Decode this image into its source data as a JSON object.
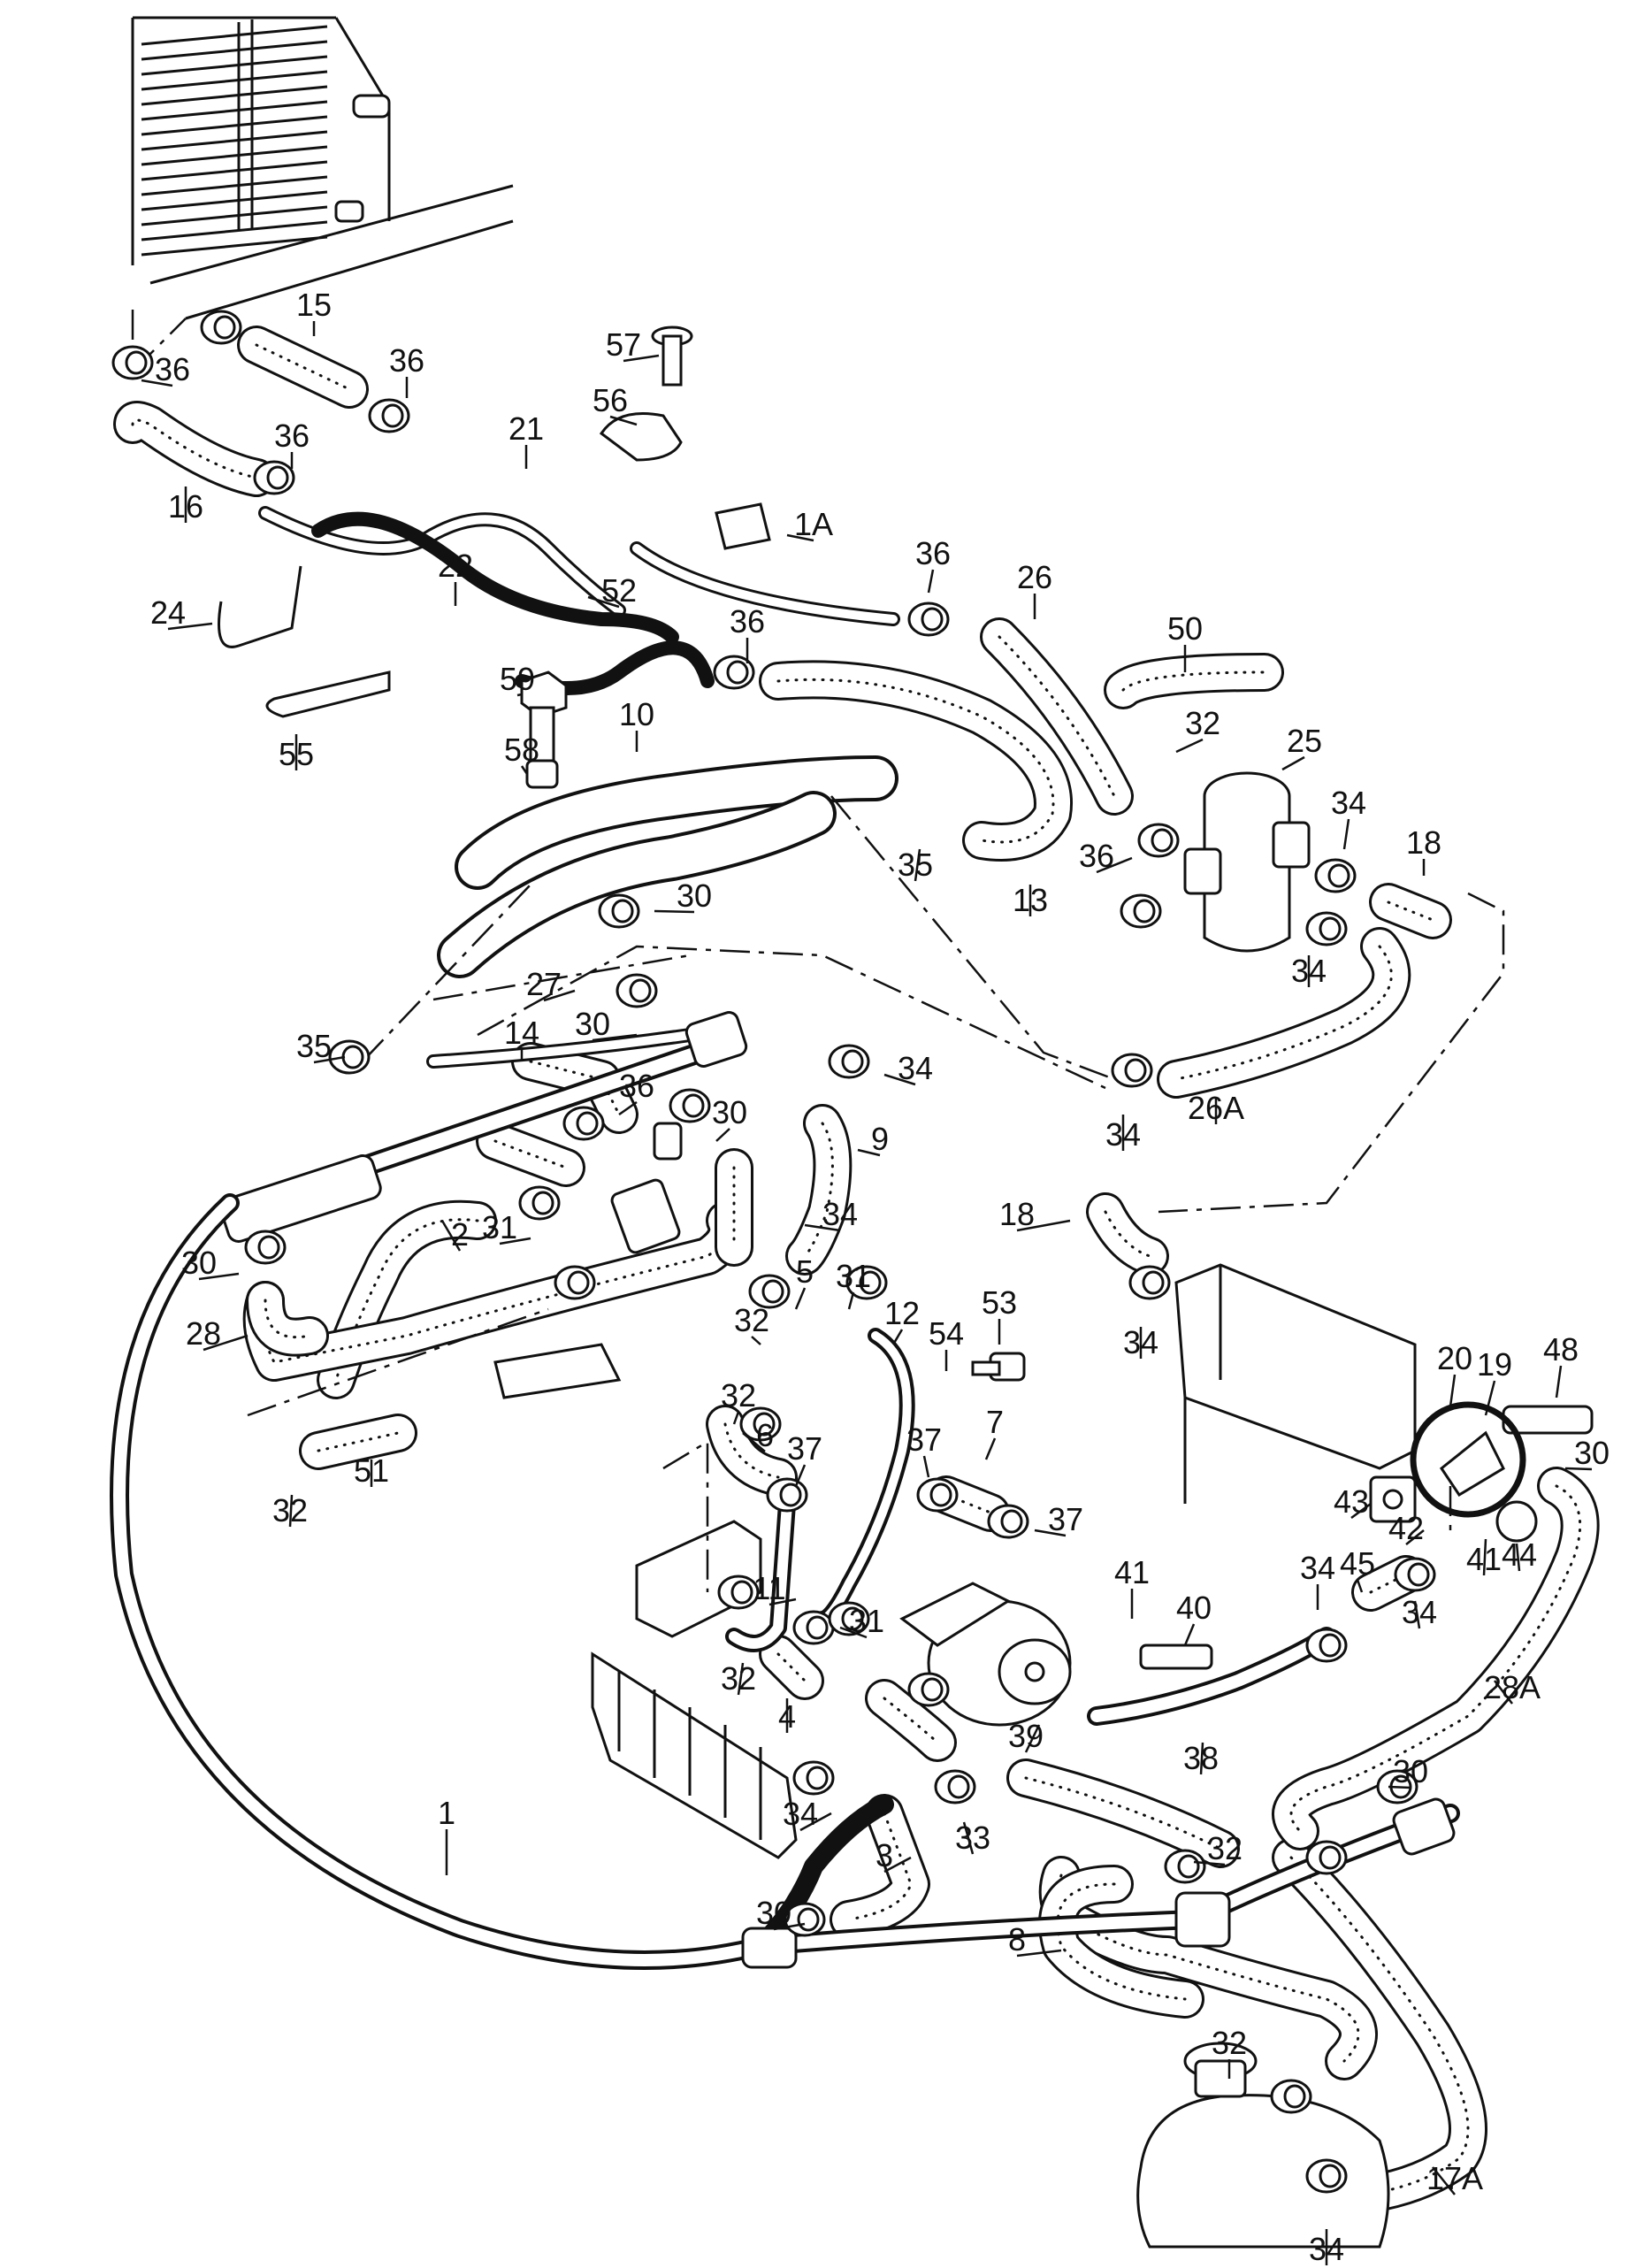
{
  "callouts": [
    {
      "id": "1",
      "text": "1"
    },
    {
      "id": "1A",
      "text": "1A"
    },
    {
      "id": "2",
      "text": "2"
    },
    {
      "id": "3",
      "text": "3"
    },
    {
      "id": "4",
      "text": "4"
    },
    {
      "id": "5",
      "text": "5"
    },
    {
      "id": "6",
      "text": "6"
    },
    {
      "id": "7",
      "text": "7"
    },
    {
      "id": "8",
      "text": "8"
    },
    {
      "id": "9",
      "text": "9"
    },
    {
      "id": "10",
      "text": "10"
    },
    {
      "id": "11",
      "text": "11"
    },
    {
      "id": "12",
      "text": "12"
    },
    {
      "id": "13",
      "text": "13"
    },
    {
      "id": "14",
      "text": "14"
    },
    {
      "id": "15",
      "text": "15"
    },
    {
      "id": "16",
      "text": "16"
    },
    {
      "id": "17A",
      "text": "17A"
    },
    {
      "id": "18a",
      "text": "18"
    },
    {
      "id": "18b",
      "text": "18"
    },
    {
      "id": "19",
      "text": "19"
    },
    {
      "id": "20",
      "text": "20"
    },
    {
      "id": "21",
      "text": "21"
    },
    {
      "id": "22",
      "text": "22"
    },
    {
      "id": "24",
      "text": "24"
    },
    {
      "id": "25",
      "text": "25"
    },
    {
      "id": "26",
      "text": "26"
    },
    {
      "id": "26A",
      "text": "26A"
    },
    {
      "id": "27",
      "text": "27"
    },
    {
      "id": "28",
      "text": "28"
    },
    {
      "id": "28A",
      "text": "28A"
    },
    {
      "id": "30a",
      "text": "30"
    },
    {
      "id": "30b",
      "text": "30"
    },
    {
      "id": "30c",
      "text": "30"
    },
    {
      "id": "30d",
      "text": "30"
    },
    {
      "id": "30e",
      "text": "30"
    },
    {
      "id": "30f",
      "text": "30"
    },
    {
      "id": "30g",
      "text": "30"
    },
    {
      "id": "31a",
      "text": "31"
    },
    {
      "id": "31b",
      "text": "31"
    },
    {
      "id": "31c",
      "text": "31"
    },
    {
      "id": "32a",
      "text": "32"
    },
    {
      "id": "32b",
      "text": "32"
    },
    {
      "id": "32c",
      "text": "32"
    },
    {
      "id": "32d",
      "text": "32"
    },
    {
      "id": "32e",
      "text": "32"
    },
    {
      "id": "32f",
      "text": "32"
    },
    {
      "id": "32g",
      "text": "32"
    },
    {
      "id": "33",
      "text": "33"
    },
    {
      "id": "34a",
      "text": "34"
    },
    {
      "id": "34b",
      "text": "34"
    },
    {
      "id": "34c",
      "text": "34"
    },
    {
      "id": "34d",
      "text": "34"
    },
    {
      "id": "34e",
      "text": "34"
    },
    {
      "id": "34f",
      "text": "34"
    },
    {
      "id": "34g",
      "text": "34"
    },
    {
      "id": "34h",
      "text": "34"
    },
    {
      "id": "34i",
      "text": "34"
    },
    {
      "id": "34j",
      "text": "34"
    },
    {
      "id": "35a",
      "text": "35"
    },
    {
      "id": "35b",
      "text": "35"
    },
    {
      "id": "36a",
      "text": "36"
    },
    {
      "id": "36b",
      "text": "36"
    },
    {
      "id": "36c",
      "text": "36"
    },
    {
      "id": "36d",
      "text": "36"
    },
    {
      "id": "36e",
      "text": "36"
    },
    {
      "id": "36f",
      "text": "36"
    },
    {
      "id": "36g",
      "text": "36"
    },
    {
      "id": "37a",
      "text": "37"
    },
    {
      "id": "37b",
      "text": "37"
    },
    {
      "id": "37c",
      "text": "37"
    },
    {
      "id": "38",
      "text": "38"
    },
    {
      "id": "39",
      "text": "39"
    },
    {
      "id": "40",
      "text": "40"
    },
    {
      "id": "41a",
      "text": "41"
    },
    {
      "id": "41b",
      "text": "41"
    },
    {
      "id": "42",
      "text": "42"
    },
    {
      "id": "43",
      "text": "43"
    },
    {
      "id": "44",
      "text": "44"
    },
    {
      "id": "45",
      "text": "45"
    },
    {
      "id": "48",
      "text": "48"
    },
    {
      "id": "50",
      "text": "50"
    },
    {
      "id": "51",
      "text": "51"
    },
    {
      "id": "52",
      "text": "52"
    },
    {
      "id": "53",
      "text": "53"
    },
    {
      "id": "54",
      "text": "54"
    },
    {
      "id": "55",
      "text": "55"
    },
    {
      "id": "56",
      "text": "56"
    },
    {
      "id": "57",
      "text": "57"
    },
    {
      "id": "58",
      "text": "58"
    },
    {
      "id": "59",
      "text": "59"
    }
  ]
}
